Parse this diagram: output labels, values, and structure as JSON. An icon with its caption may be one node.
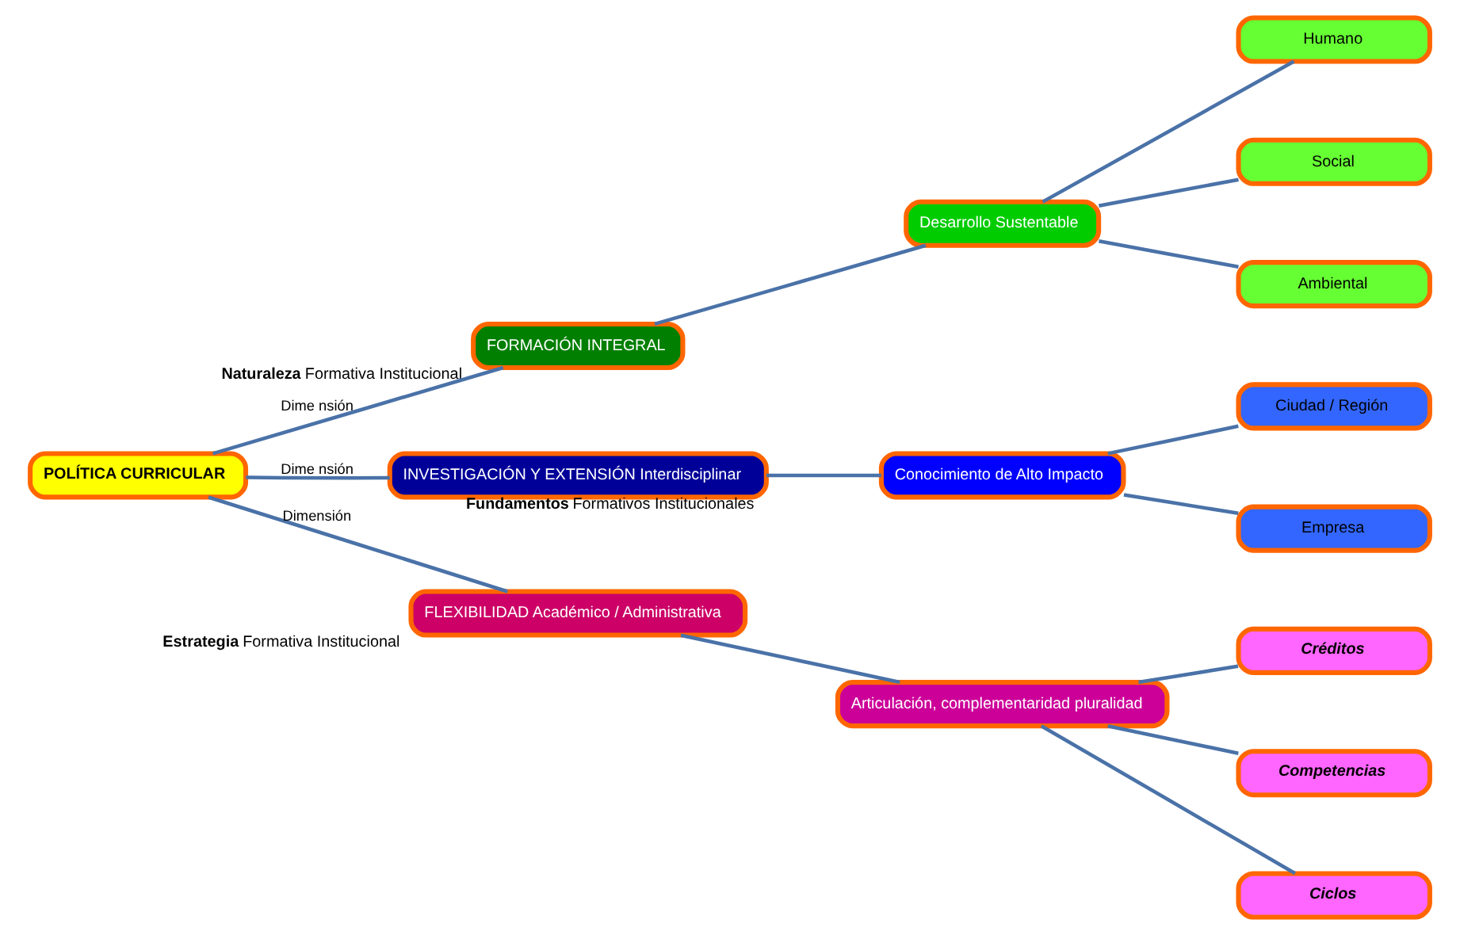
{
  "diagram": {
    "nodes": [
      {
        "text": [
          "POLÍTICA CURRICULAR"
        ]
      },
      {
        "text": [
          "FORMACIÓN INTEGRAL"
        ],
        "beside": [
          "**Naturaleza** Formativa Institucional"
        ]
      },
      {
        "text": [
          "Desarrollo Sustentable"
        ]
      },
      {
        "text": [
          "Humano"
        ]
      },
      {
        "text": [
          "Social"
        ]
      },
      {
        "text": [
          "Ambiental"
        ]
      },
      {
        "text": [
          "INVESTIGACIÓN Y EXTENSIÓN Interdisciplinar"
        ],
        "beside": [
          "**Fundamentos** Formativos Institucionales"
        ]
      },
      {
        "text": [
          "Conocimiento de Alto Impacto"
        ]
      },
      {
        "text": [
          "Ciudad / Región"
        ]
      },
      {
        "text": [
          "Empresa"
        ]
      },
      {
        "text": [
          "FLEXIBILIDAD Académico / Administrativa"
        ],
        "beside": [
          "**Estrategia** Formativa Institucional"
        ]
      },
      {
        "text": [
          "Articulación, complementaridad pluralidad"
        ]
      },
      {
        "text": [
          "Créditos"
        ]
      },
      {
        "text": [
          "Competencias"
        ]
      },
      {
        "text": [
          "Ciclos"
        ]
      }
    ],
    "edges": [
      {
        "from": 0,
        "to": 1,
        "arrow": "none",
        "label": "Dime nsión"
      },
      {
        "from": 0,
        "to": 6,
        "arrow": "none",
        "label": "Dime nsión"
      },
      {
        "from": 0,
        "to": 10,
        "arrow": "none",
        "label": "Dimensión"
      },
      {
        "from": 1,
        "to": 2,
        "arrow": "none"
      },
      {
        "from": 2,
        "to": 3,
        "arrow": "none"
      },
      {
        "from": 2,
        "to": 4,
        "arrow": "none"
      },
      {
        "from": 2,
        "to": 5,
        "arrow": "none"
      },
      {
        "from": 6,
        "to": 7,
        "arrow": "none"
      },
      {
        "from": 7,
        "to": 8,
        "arrow": "none"
      },
      {
        "from": 7,
        "to": 9,
        "arrow": "none"
      },
      {
        "from": 10,
        "to": 11,
        "arrow": "none"
      },
      {
        "from": 11,
        "to": 12,
        "arrow": "none"
      },
      {
        "from": 11,
        "to": 13,
        "arrow": "none"
      },
      {
        "from": 11,
        "to": 14,
        "arrow": "none"
      }
    ]
  }
}
